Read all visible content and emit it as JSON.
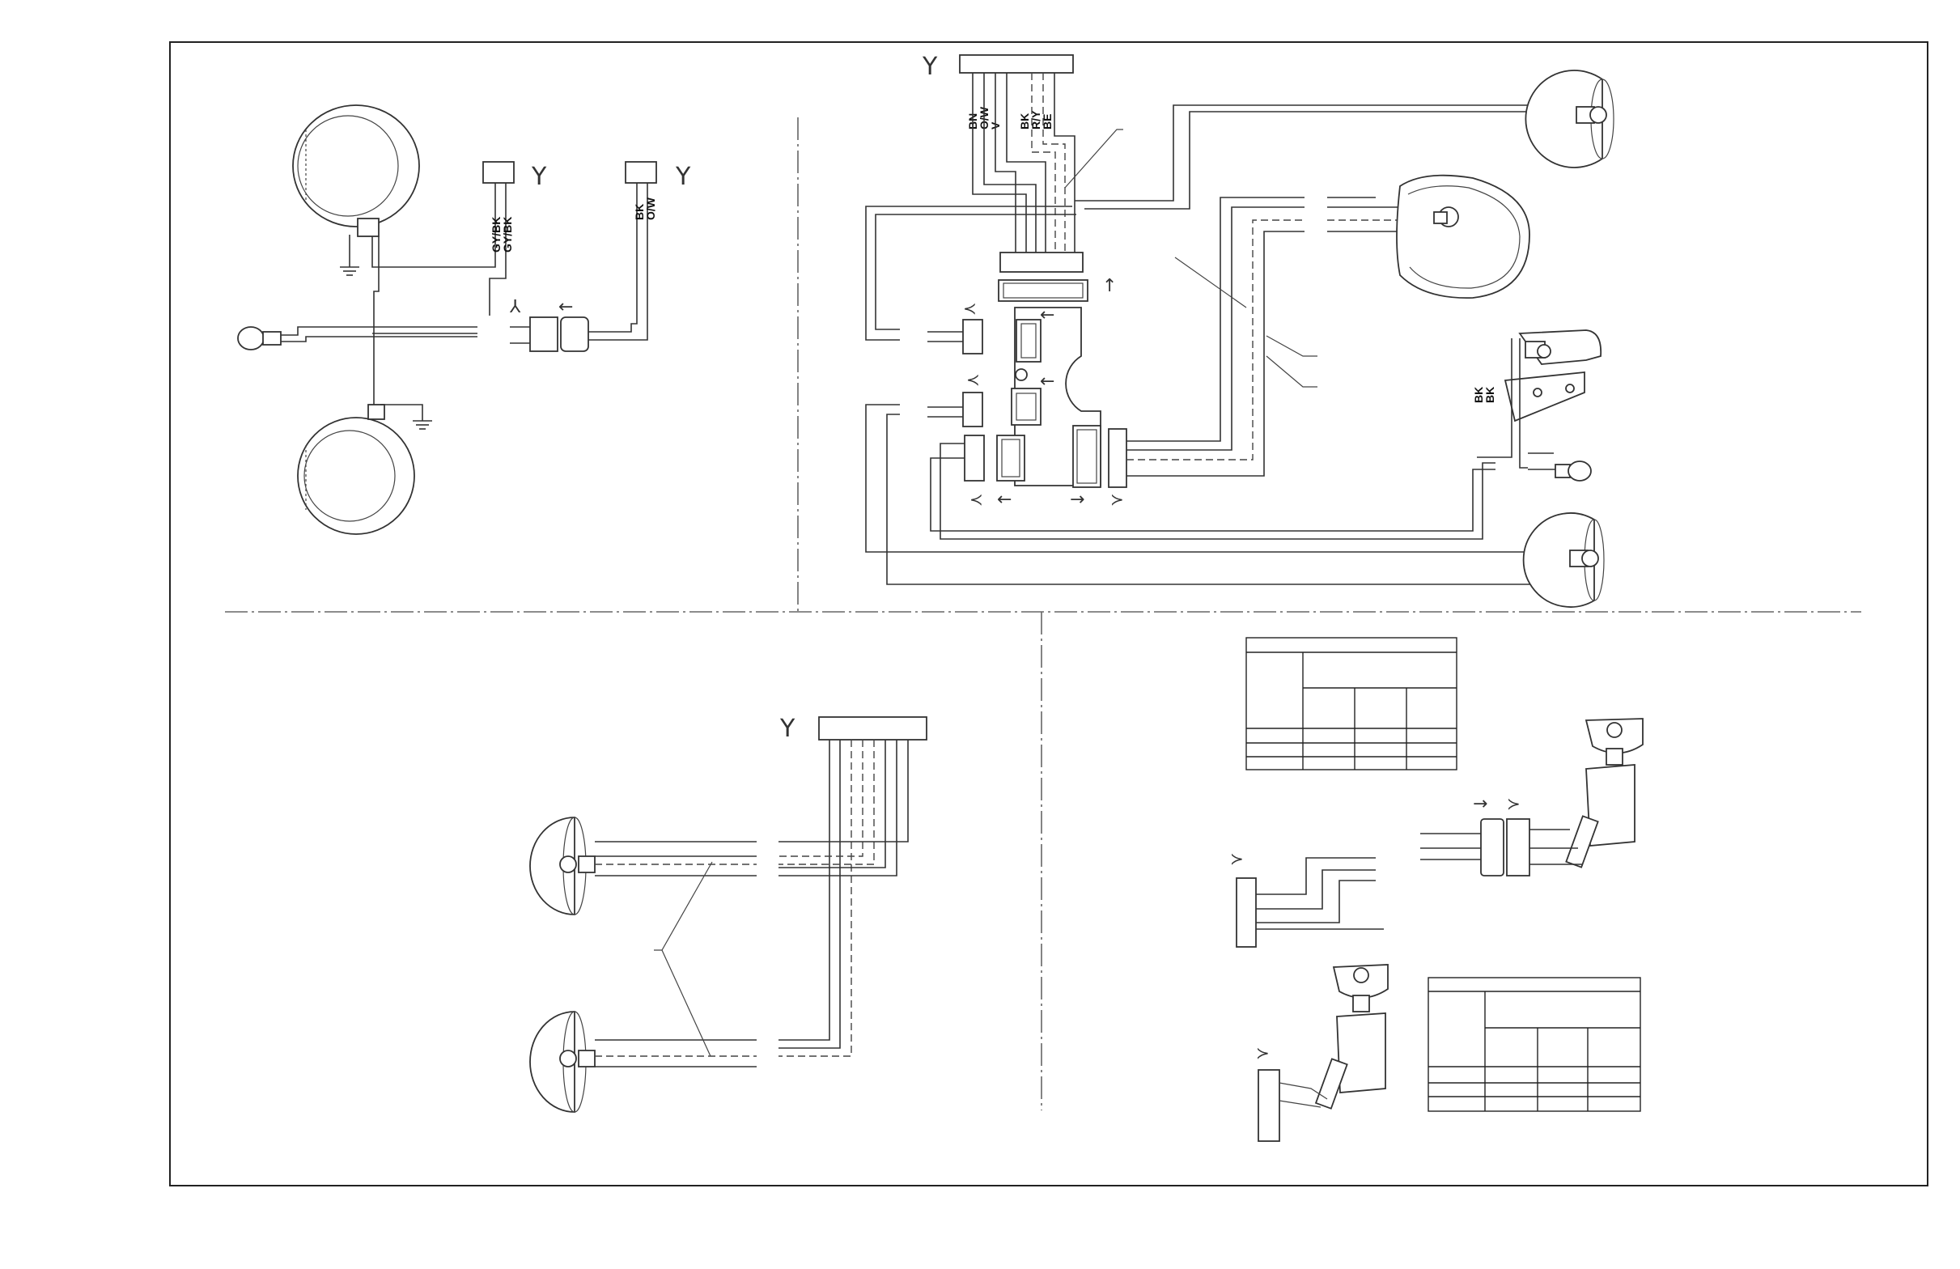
{
  "wire_labels": {
    "top_left_a_1": "GY/BK",
    "top_left_a_2": "GY/BK",
    "top_left_b_1": "BK",
    "top_left_b_2": "O/W",
    "center_1": "BN",
    "center_2": "O/W",
    "center_3": "V",
    "center_4": "BK",
    "center_5": "R/Y",
    "center_6": "BE",
    "right_1": "BK",
    "right_2": "BK"
  },
  "icons": {
    "connector_symbol": "connector-y-icon",
    "ground_symbol": "ground-icon",
    "bulb_symbol": "bulb-icon",
    "arrow_symbol": "arrow-icon"
  }
}
